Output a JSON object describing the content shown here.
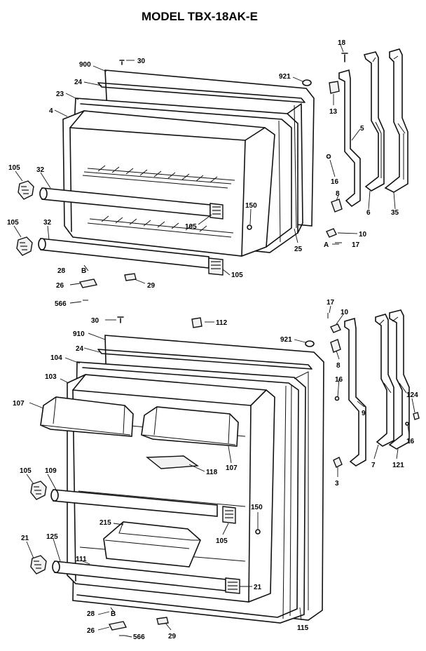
{
  "title": "MODEL TBX-18AK-E",
  "freezer_door": {
    "callouts": [
      {
        "id": "c30a",
        "text": "30"
      },
      {
        "id": "c900",
        "text": "900"
      },
      {
        "id": "c24a",
        "text": "24"
      },
      {
        "id": "c23",
        "text": "23"
      },
      {
        "id": "c4",
        "text": "4"
      },
      {
        "id": "c921a",
        "text": "921"
      },
      {
        "id": "c18",
        "text": "18"
      },
      {
        "id": "c13",
        "text": "13"
      },
      {
        "id": "c5",
        "text": "5"
      },
      {
        "id": "c16a",
        "text": "16"
      },
      {
        "id": "c8a",
        "text": "8"
      },
      {
        "id": "c10a",
        "text": "10"
      },
      {
        "id": "cA",
        "text": "A"
      },
      {
        "id": "c17a",
        "text": "17"
      },
      {
        "id": "c6",
        "text": "6"
      },
      {
        "id": "c35",
        "text": "35"
      },
      {
        "id": "c25",
        "text": "25"
      },
      {
        "id": "c105a",
        "text": "105"
      },
      {
        "id": "c32a",
        "text": "32"
      },
      {
        "id": "c105b",
        "text": "105"
      },
      {
        "id": "c32b",
        "text": "32"
      },
      {
        "id": "c150a",
        "text": "150"
      },
      {
        "id": "c105c",
        "text": "105"
      },
      {
        "id": "c105d",
        "text": "105"
      },
      {
        "id": "c28a",
        "text": "28"
      },
      {
        "id": "cBa",
        "text": "B"
      },
      {
        "id": "c26a",
        "text": "26"
      },
      {
        "id": "c29a",
        "text": "29"
      },
      {
        "id": "c566a",
        "text": "566"
      }
    ]
  },
  "fresh_food_door": {
    "callouts": [
      {
        "id": "c30b",
        "text": "30"
      },
      {
        "id": "c112",
        "text": "112"
      },
      {
        "id": "c910",
        "text": "910"
      },
      {
        "id": "c24b",
        "text": "24"
      },
      {
        "id": "c104",
        "text": "104"
      },
      {
        "id": "c103",
        "text": "103"
      },
      {
        "id": "c107a",
        "text": "107"
      },
      {
        "id": "c107b",
        "text": "107"
      },
      {
        "id": "c118",
        "text": "118"
      },
      {
        "id": "c921b",
        "text": "921"
      },
      {
        "id": "c17b",
        "text": "17"
      },
      {
        "id": "c10b",
        "text": "10"
      },
      {
        "id": "c8b",
        "text": "8"
      },
      {
        "id": "c16b",
        "text": "16"
      },
      {
        "id": "c9",
        "text": "9"
      },
      {
        "id": "c3",
        "text": "3"
      },
      {
        "id": "c7",
        "text": "7"
      },
      {
        "id": "c121",
        "text": "121"
      },
      {
        "id": "c124",
        "text": "124"
      },
      {
        "id": "c16c",
        "text": "16"
      },
      {
        "id": "c105e",
        "text": "105"
      },
      {
        "id": "c109",
        "text": "109"
      },
      {
        "id": "c150b",
        "text": "150"
      },
      {
        "id": "c215",
        "text": "215"
      },
      {
        "id": "c105f",
        "text": "105"
      },
      {
        "id": "c21a",
        "text": "21"
      },
      {
        "id": "c125",
        "text": "125"
      },
      {
        "id": "c111",
        "text": "111"
      },
      {
        "id": "c21b",
        "text": "21"
      },
      {
        "id": "c28b",
        "text": "28"
      },
      {
        "id": "cBb",
        "text": "B"
      },
      {
        "id": "c26b",
        "text": "26"
      },
      {
        "id": "c566b",
        "text": "566"
      },
      {
        "id": "c29b",
        "text": "29"
      },
      {
        "id": "c115",
        "text": "115"
      }
    ]
  }
}
